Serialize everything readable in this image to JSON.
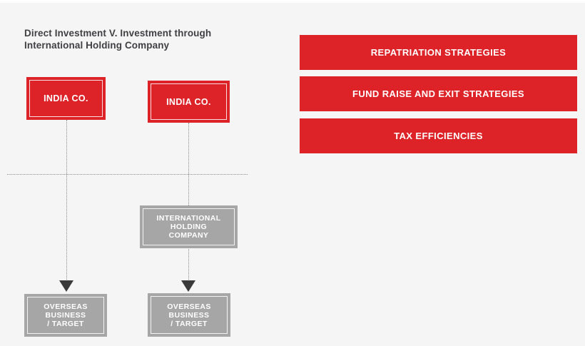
{
  "colors": {
    "background": "#f5f5f6",
    "brand_red": "#dd2328",
    "gray_box": "#a6a6a6",
    "title_text": "#414042",
    "connector_line": "#8a8a8a",
    "arrowhead": "#3a3a3a",
    "box_text": "#ffffff"
  },
  "title": {
    "line1": "Direct Investment V. Investment through",
    "line2": "International Holding Company"
  },
  "diagram": {
    "direct_branch": {
      "india_co": "INDIA CO.",
      "target": {
        "line1": "OVERSEAS",
        "line2": "BUSINESS",
        "line3": "/ TARGET"
      }
    },
    "holding_branch": {
      "india_co": "INDIA CO.",
      "holding": {
        "line1": "INTERNATIONAL",
        "line2": "HOLDING",
        "line3": "COMPANY"
      },
      "target": {
        "line1": "OVERSEAS",
        "line2": "BUSINESS",
        "line3": "/ TARGET"
      }
    }
  },
  "banners": [
    {
      "label": "REPATRIATION STRATEGIES"
    },
    {
      "label": "FUND RAISE AND EXIT STRATEGIES"
    },
    {
      "label": "TAX EFFICIENCIES"
    }
  ]
}
